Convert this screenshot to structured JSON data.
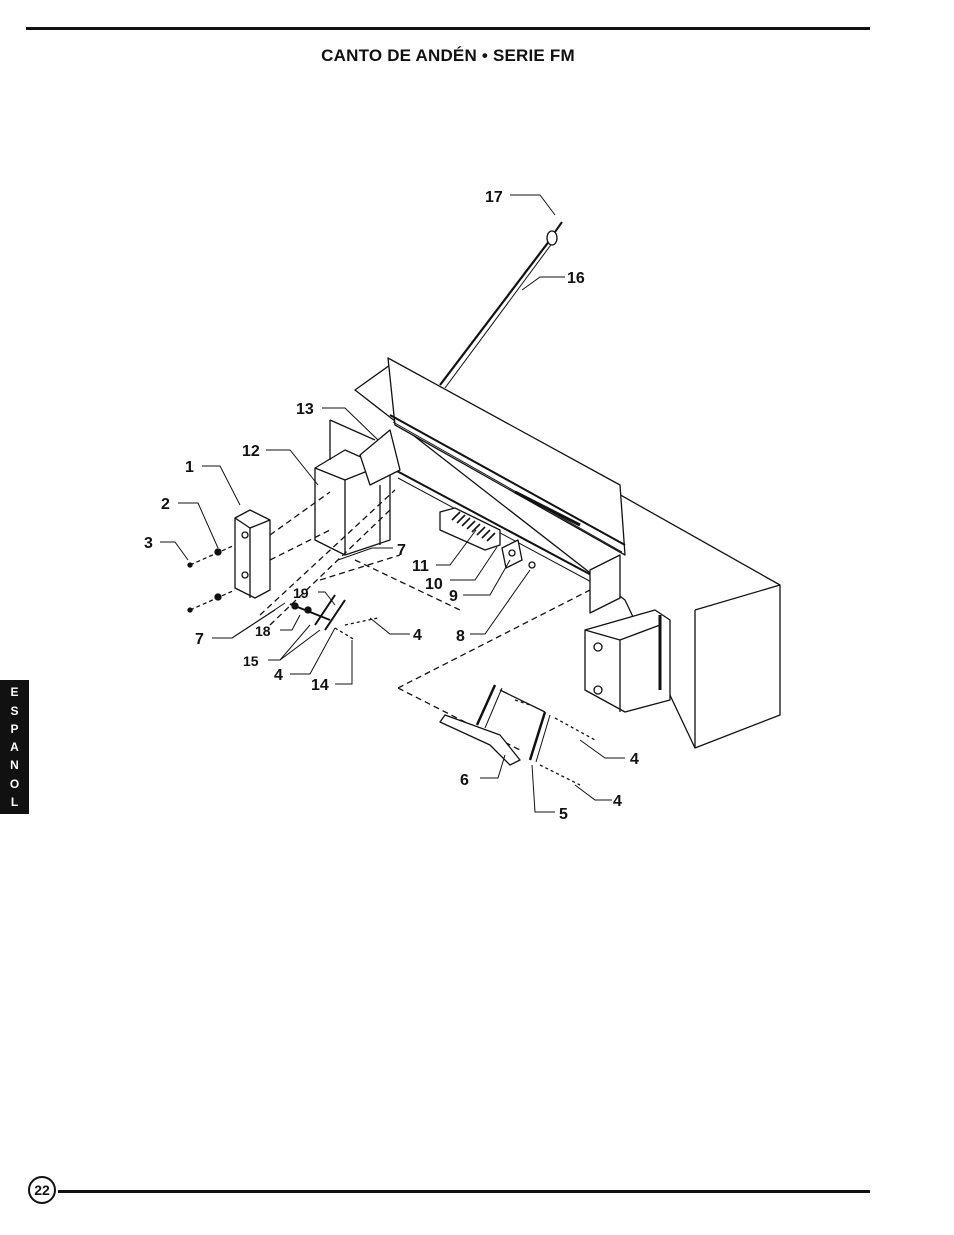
{
  "header": {
    "title": "CANTO DE ANDÉN  •  SERIE FM"
  },
  "diagram": {
    "callouts": [
      "17",
      "16",
      "13",
      "12",
      "1",
      "2",
      "3",
      "7",
      "11",
      "10",
      "9",
      "19",
      "7",
      "18",
      "15",
      "4",
      "14",
      "4",
      "8",
      "4",
      "6",
      "4",
      "5"
    ]
  },
  "side_tab": {
    "letters": [
      "E",
      "S",
      "P",
      "A",
      "N",
      "O",
      "L"
    ]
  },
  "footer": {
    "page_number": "22"
  },
  "colors": {
    "ink": "#111111",
    "paper": "#ffffff"
  }
}
